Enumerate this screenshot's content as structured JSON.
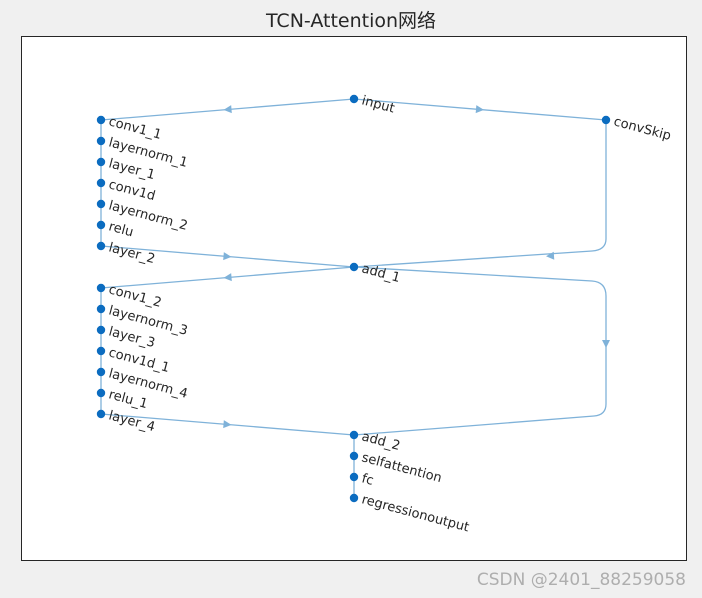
{
  "figure": {
    "title": "TCN-Attention网络"
  },
  "graph": {
    "edge_color": "#7fb2d9",
    "node_color": "#0b6cc0",
    "nodes": [
      {
        "id": "input",
        "label": "input"
      },
      {
        "id": "conv1_1",
        "label": "conv1_1"
      },
      {
        "id": "layernorm_1",
        "label": "layernorm_1"
      },
      {
        "id": "layer_1",
        "label": "layer_1"
      },
      {
        "id": "conv1d",
        "label": "conv1d"
      },
      {
        "id": "layernorm_2",
        "label": "layernorm_2"
      },
      {
        "id": "relu",
        "label": "relu"
      },
      {
        "id": "layer_2",
        "label": "layer_2"
      },
      {
        "id": "convSkip",
        "label": "convSkip"
      },
      {
        "id": "add_1",
        "label": "add_1"
      },
      {
        "id": "conv1_2",
        "label": "conv1_2"
      },
      {
        "id": "layernorm_3",
        "label": "layernorm_3"
      },
      {
        "id": "layer_3",
        "label": "layer_3"
      },
      {
        "id": "conv1d_1",
        "label": "conv1d_1"
      },
      {
        "id": "layernorm_4",
        "label": "layernorm_4"
      },
      {
        "id": "relu_1",
        "label": "relu_1"
      },
      {
        "id": "layer_4",
        "label": "layer_4"
      },
      {
        "id": "add_2",
        "label": "add_2"
      },
      {
        "id": "selfattention",
        "label": "selfattention"
      },
      {
        "id": "fc",
        "label": "fc"
      },
      {
        "id": "regressionoutput",
        "label": "regressionoutput"
      }
    ],
    "edges": [
      [
        "input",
        "conv1_1"
      ],
      [
        "input",
        "convSkip"
      ],
      [
        "conv1_1",
        "layernorm_1"
      ],
      [
        "layernorm_1",
        "layer_1"
      ],
      [
        "layer_1",
        "conv1d"
      ],
      [
        "conv1d",
        "layernorm_2"
      ],
      [
        "layernorm_2",
        "relu"
      ],
      [
        "relu",
        "layer_2"
      ],
      [
        "layer_2",
        "add_1"
      ],
      [
        "convSkip",
        "add_1"
      ],
      [
        "add_1",
        "conv1_2"
      ],
      [
        "add_1",
        "add_2"
      ],
      [
        "conv1_2",
        "layernorm_3"
      ],
      [
        "layernorm_3",
        "layer_3"
      ],
      [
        "layer_3",
        "conv1d_1"
      ],
      [
        "conv1d_1",
        "layernorm_4"
      ],
      [
        "layernorm_4",
        "relu_1"
      ],
      [
        "relu_1",
        "layer_4"
      ],
      [
        "layer_4",
        "add_2"
      ],
      [
        "add_2",
        "selfattention"
      ],
      [
        "selfattention",
        "fc"
      ],
      [
        "fc",
        "regressionoutput"
      ]
    ]
  },
  "watermark": {
    "text": "CSDN @2401_88259058"
  }
}
